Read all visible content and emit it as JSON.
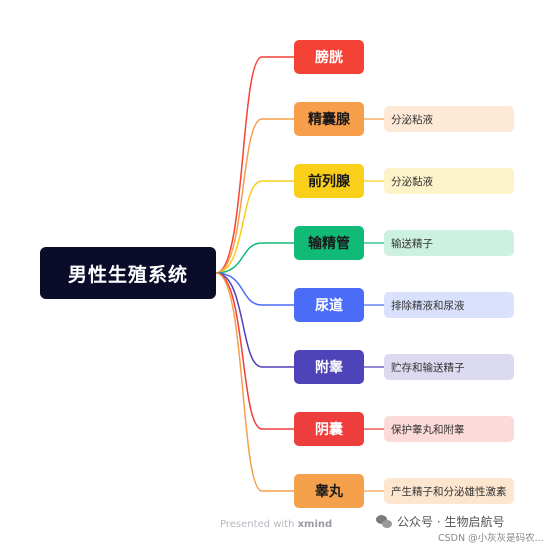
{
  "root": {
    "label": "男性生殖系统"
  },
  "branches": [
    {
      "label": "膀胱",
      "note": "",
      "color": "#f44336",
      "note_bg": ""
    },
    {
      "label": "精囊腺",
      "note": "分泌粘液",
      "color": "#f79e4a",
      "note_bg": "#fde9d6"
    },
    {
      "label": "前列腺",
      "note": "分泌黏液",
      "color": "#f9cf1a",
      "note_bg": "#fdf3c8"
    },
    {
      "label": "输精管",
      "note": "输送精子",
      "color": "#11bb77",
      "note_bg": "#cdf1e0"
    },
    {
      "label": "尿道",
      "note": "排除精液和尿液",
      "color": "#4a6cf7",
      "note_bg": "#d9e1fd"
    },
    {
      "label": "附睾",
      "note": "贮存和输送精子",
      "color": "#4e43b8",
      "note_bg": "#dcdaf0"
    },
    {
      "label": "阴囊",
      "note": "保护睾丸和附睾",
      "color": "#ee3d3d",
      "note_bg": "#fcdada"
    },
    {
      "label": "睾丸",
      "note": "产生精子和分泌雄性激素",
      "color": "#f5a04a",
      "note_bg": "#fde6cf"
    }
  ],
  "footer": {
    "presented": "Presented with",
    "brand": "xmind"
  },
  "watermark": {
    "text": "公众号 · 生物启航号",
    "csdn": "CSDN @小灰灰是码农..."
  }
}
